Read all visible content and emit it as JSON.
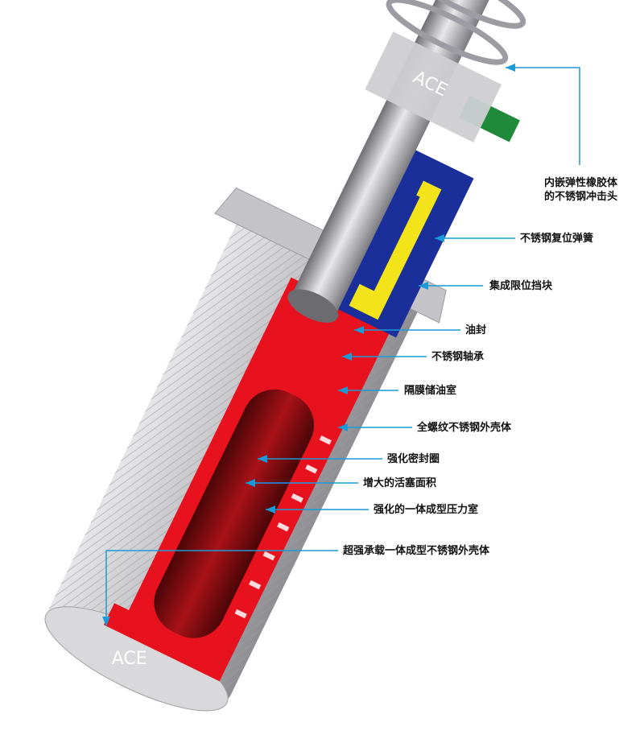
{
  "brand": {
    "engraved_top": "ACE",
    "engraved_bottom": "ACE"
  },
  "colors": {
    "leader": "#1a9ad6",
    "chamber_red": "#e8121e",
    "oil_dark_red": "#7a0b0e",
    "bearing_blue": "#1a2f9a",
    "seal_yellow": "#f2e31a",
    "stop_green": "#1f8a3a",
    "steel_gray": "#b8b8bc"
  },
  "callouts": [
    {
      "id": "impact-head",
      "lines": [
        "内嵌弹性橡胶体",
        "的不锈钢冲击头"
      ]
    },
    {
      "id": "return-spring",
      "lines": [
        "不锈钢复位弹簧"
      ]
    },
    {
      "id": "stop-collar",
      "lines": [
        "集成限位挡块"
      ]
    },
    {
      "id": "oil-seal",
      "lines": [
        "油封"
      ]
    },
    {
      "id": "bearing",
      "lines": [
        "不锈钢轴承"
      ]
    },
    {
      "id": "accumulator",
      "lines": [
        "隔膜储油室"
      ]
    },
    {
      "id": "threaded-body",
      "lines": [
        "全螺纹不锈钢外壳体"
      ]
    },
    {
      "id": "reinforced-seal",
      "lines": [
        "强化密封圈"
      ]
    },
    {
      "id": "piston-area",
      "lines": [
        "增大的活塞面积"
      ]
    },
    {
      "id": "pressure-chamber",
      "lines": [
        "强化的一体成型压力室"
      ]
    },
    {
      "id": "outer-housing",
      "lines": [
        "超强承载一体成型不锈钢外壳体"
      ]
    }
  ]
}
